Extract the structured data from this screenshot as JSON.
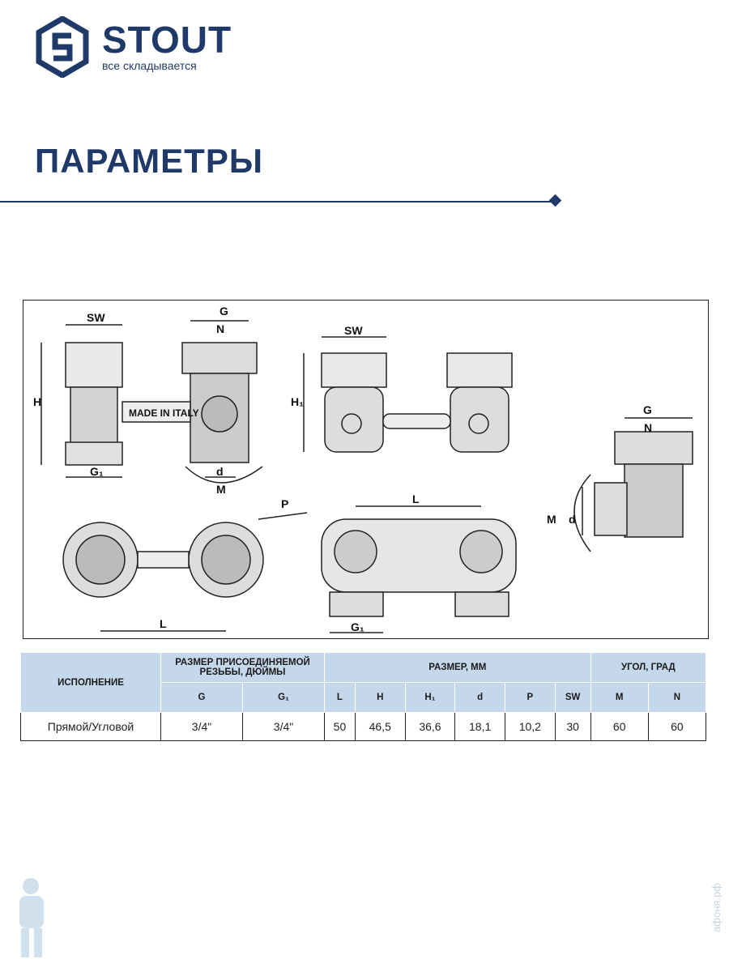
{
  "logo": {
    "brand": "STOUT",
    "tagline": "все складывается"
  },
  "page_title": "ПАРАМЕТРЫ",
  "diagram_labels": {
    "sw1": "SW",
    "g1": "G",
    "n1": "N",
    "h": "H",
    "g1_bottom": "G₁",
    "d1": "d",
    "m1": "M",
    "made": "MADE IN ITALY",
    "sw2": "SW",
    "h1": "H₁",
    "p": "P",
    "l1": "L",
    "l2": "L",
    "g1_bottom2": "G₁",
    "g3": "G",
    "n3": "N",
    "m3": "M",
    "d3": "d"
  },
  "table": {
    "col_execution": "ИСПОЛНЕНИЕ",
    "group_thread": "РАЗМЕР ПРИСОЕДИНЯЕМОЙ РЕЗЬБЫ, ДЮЙМЫ",
    "group_size": "РАЗМЕР, ММ",
    "group_angle": "УГОЛ, ГРАД",
    "subheaders": [
      "G",
      "G₁",
      "L",
      "H",
      "H₁",
      "d",
      "P",
      "SW",
      "M",
      "N"
    ],
    "row": {
      "execution": "Прямой/Угловой",
      "values": [
        "3/4\"",
        "3/4\"",
        "50",
        "46,5",
        "36,6",
        "18,1",
        "10,2",
        "30",
        "60",
        "60"
      ]
    }
  },
  "watermark": "афоня.рф"
}
